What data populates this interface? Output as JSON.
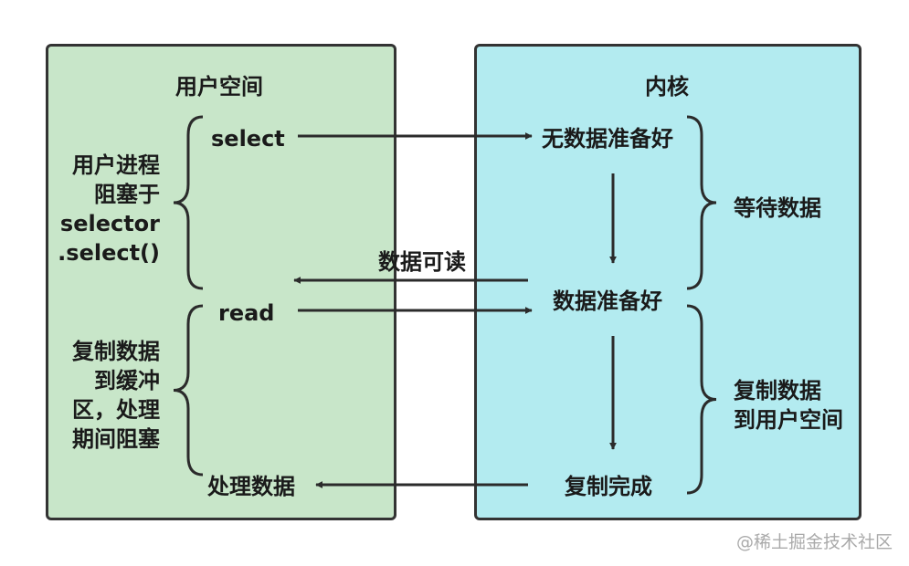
{
  "colors": {
    "user_space_bg": "#c8e6c9",
    "kernel_bg": "#b3ebf0",
    "border": "#333333",
    "arrow": "#2b2b2b"
  },
  "user_space": {
    "title": "用户空间",
    "select_label": "select",
    "blocked_note": [
      "用户进程",
      "阻塞于",
      "selector",
      ".select()"
    ],
    "read_label": "read",
    "copy_note": [
      "复制数据",
      "到缓冲",
      "区，处理",
      "期间阻塞"
    ],
    "process_label": "处理数据"
  },
  "kernel": {
    "title": "内核",
    "no_data_label": "无数据准备好",
    "data_ready_label": "数据准备好",
    "copy_done_label": "复制完成",
    "wait_note": "等待数据",
    "copy_note": [
      "复制数据",
      "到用户空间"
    ]
  },
  "arrows": {
    "readable_label": "数据可读"
  },
  "watermark": "@稀土掘金技术社区"
}
